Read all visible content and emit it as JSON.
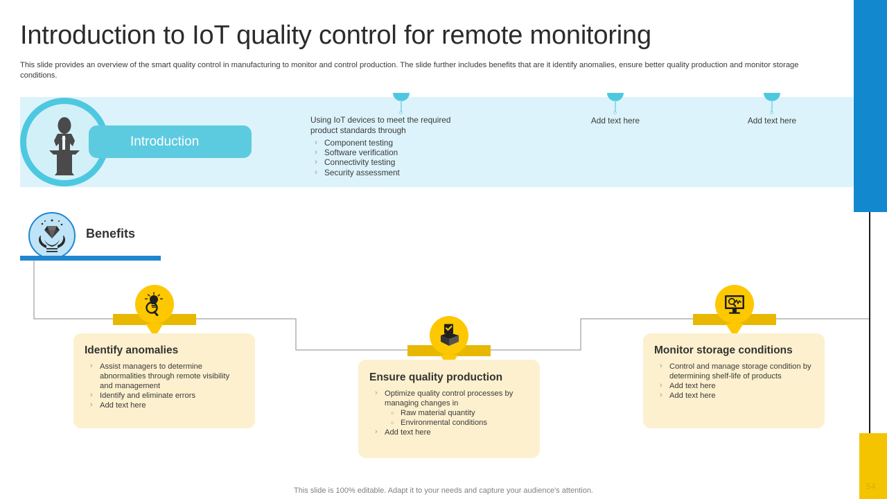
{
  "slide": {
    "title": "Introduction to IoT quality control for remote monitoring",
    "subtitle": "This slide provides an overview of the smart quality control in manufacturing to monitor and control production. The slide further includes benefits that are it identify anomalies, ensure better quality production and monitor storage conditions.",
    "footer": "This slide is 100% editable. Adapt it to your needs and capture your audience's attention.",
    "page_number": "54"
  },
  "colors": {
    "accent_blue": "#1289ce",
    "cyan": "#4ec8e0",
    "pill_cyan": "#5ccbe0",
    "band_bg": "#ddf3fb",
    "card_bg": "#fcf0ce",
    "marker_yellow": "#fdc800",
    "marker_bar": "#e8b800",
    "benefits_blue": "#1f86d0",
    "edge_yellow": "#f5c400"
  },
  "intro": {
    "icon": "speaker-podium-icon",
    "pill_label": "Introduction",
    "columns": [
      {
        "pin": "cyan-pin-icon",
        "lead": "Using IoT devices to meet the required product standards through",
        "items": [
          "Component testing",
          "Software verification",
          "Connectivity testing",
          "Security assessment"
        ]
      },
      {
        "pin": "cyan-pin-icon",
        "lead": "Add text here",
        "items": []
      },
      {
        "pin": "cyan-pin-icon",
        "lead": "Add text here",
        "items": []
      }
    ]
  },
  "benefits": {
    "icon": "diamond-in-hands-icon",
    "label": "Benefits",
    "cards": [
      {
        "icon": "magnifier-lightbulb-icon",
        "title": "Identify anomalies",
        "items": [
          {
            "text": "Assist managers to determine abnormalities through remote visibility and management",
            "level": 1
          },
          {
            "text": "Identify and eliminate errors",
            "level": 1
          },
          {
            "text": "Add text here",
            "level": 1
          }
        ]
      },
      {
        "icon": "package-check-icon",
        "title": "Ensure quality production",
        "items": [
          {
            "text": "Optimize quality control processes by managing changes in",
            "level": 1
          },
          {
            "text": "Raw material quantity",
            "level": 2
          },
          {
            "text": "Environmental conditions",
            "level": 2
          },
          {
            "text": "Add text here",
            "level": 1
          }
        ]
      },
      {
        "icon": "monitor-waveform-icon",
        "title": "Monitor storage conditions",
        "items": [
          {
            "text": "Control and manage storage condition by determining shelf-life of products",
            "level": 1
          },
          {
            "text": "Add text here",
            "level": 1
          },
          {
            "text": "Add text here",
            "level": 1
          }
        ]
      }
    ]
  }
}
